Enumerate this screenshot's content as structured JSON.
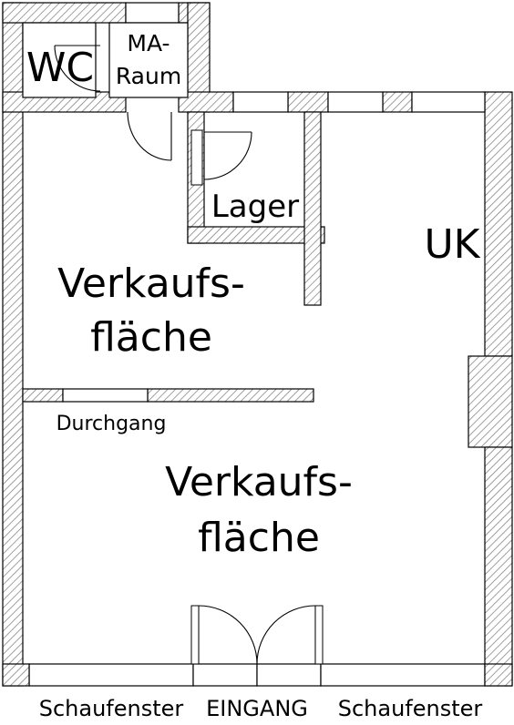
{
  "rooms": {
    "wc": "WC",
    "ma_raum_line1": "MA-",
    "ma_raum_line2": "Raum",
    "lager": "Lager",
    "uk": "UK",
    "verkauf_upper_line1": "Verkaufs-",
    "verkauf_upper_line2": "fläche",
    "verkauf_lower_line1": "Verkaufs-",
    "verkauf_lower_line2": "fläche"
  },
  "openings": {
    "durchgang": "Durchgang",
    "schaufenster_left": "Schaufenster",
    "eingang": "EINGANG",
    "schaufenster_right": "Schaufenster"
  }
}
